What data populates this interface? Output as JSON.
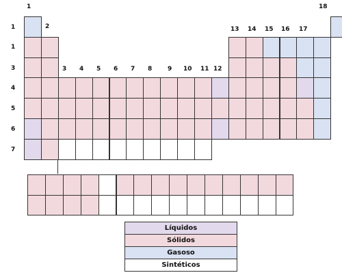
{
  "colors": {
    "liquid": "#e2d9ec",
    "solid": "#f2d9de",
    "gas": "#d9e2f2",
    "synthetic": "#ffffff",
    "border": "#333333"
  },
  "group_labels": [
    "1",
    "2",
    "3",
    "4",
    "5",
    "6",
    "7",
    "8",
    "9",
    "10",
    "11",
    "12",
    "13",
    "14",
    "15",
    "16",
    "17",
    "18"
  ],
  "period_labels": [
    "1",
    "1",
    "3",
    "4",
    "5",
    "6",
    "7"
  ],
  "main_table": [
    "G                 G",
    "SS          SSGGGG",
    "SS          SSSSGG",
    "SSSSSSSSSSSLSSSSLG",
    "SSSSSSSSSSSSSSSSSG",
    "LSSSSSSSSSSLSSSSSG",
    "LSWWWWWWWWW       "
  ],
  "f_block": [
    "SSSSWSSSSSSSSSS",
    "SSSSWWWWWWWWWWW"
  ],
  "legend": [
    {
      "label": "Líquidos",
      "state": "liquid"
    },
    {
      "label": "Sólidos",
      "state": "solid"
    },
    {
      "label": "Gasoso",
      "state": "gas"
    },
    {
      "label": "Sintéticos",
      "state": "synthetic"
    }
  ]
}
